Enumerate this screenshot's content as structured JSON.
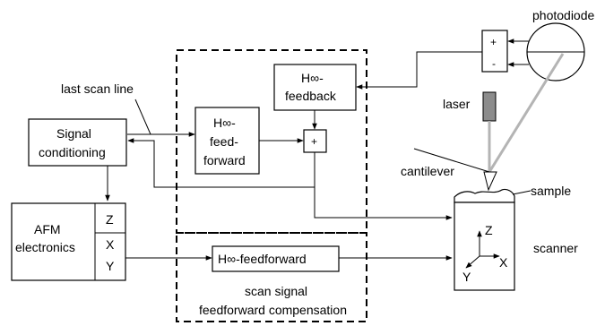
{
  "labels": {
    "photodiode": "photodiode",
    "last_scan_line": "last scan line",
    "laser": "laser",
    "cantilever": "cantilever",
    "sample": "sample",
    "scanner": "scanner",
    "signal_conditioning_1": "Signal",
    "signal_conditioning_2": "conditioning",
    "afm_1": "AFM",
    "afm_2": "electronics",
    "port_z": "Z",
    "port_x": "X",
    "port_y": "Y",
    "hinf_feedback_sym": "H∞-",
    "hinf_feedback_word": "feedback",
    "hinf_ff_sym": "H∞-",
    "hinf_ff_word1": "feed-",
    "hinf_ff_word2": "forward",
    "hinf_scan_ff": "H∞-feedforward",
    "sum_plus": "+",
    "diff_plus": "+",
    "diff_minus": "-",
    "comp_1": "scan signal",
    "comp_2": "feedforward compensation",
    "axis_z": "Z",
    "axis_x": "X",
    "axis_y": "Y"
  },
  "colors": {
    "line": "#000000",
    "beam": "#b4b4b4",
    "laser_body": "#8c8c8c"
  }
}
